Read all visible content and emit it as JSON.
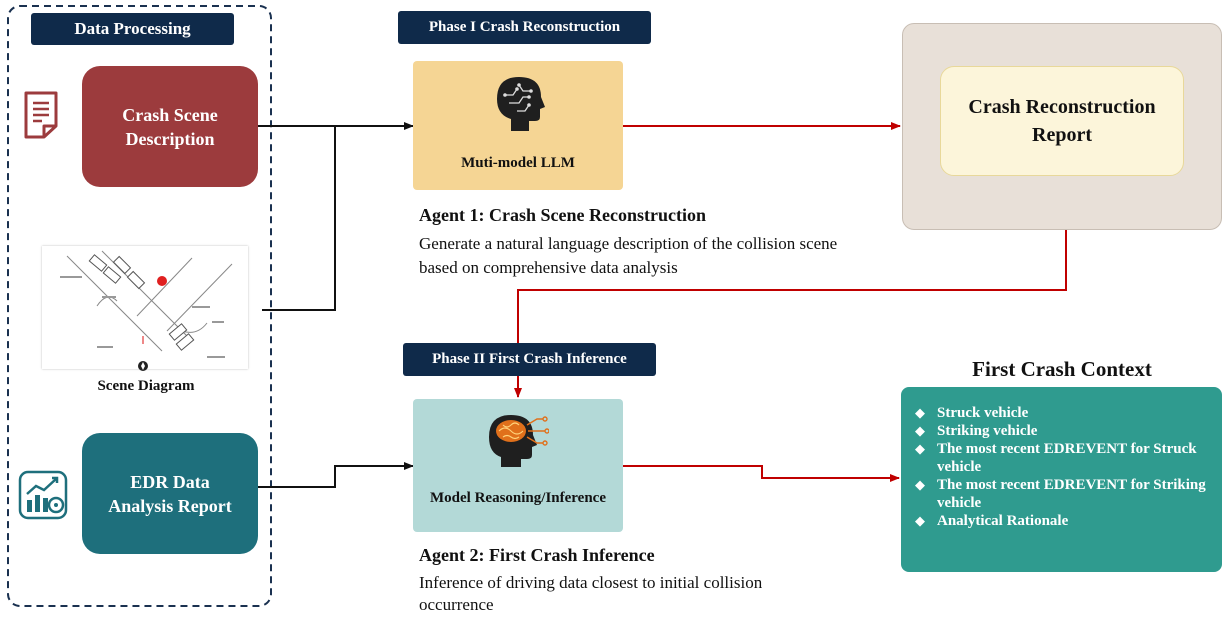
{
  "data_processing": {
    "title": "Data Processing",
    "crash_scene": {
      "label": "Crash Scene Description",
      "color": "#9c3b3d"
    },
    "scene_diagram_label": "Scene Diagram",
    "edr": {
      "label": "EDR Data Analysis Report",
      "color": "#1e6f7c"
    }
  },
  "phase1": {
    "tag": "Phase I Crash Reconstruction",
    "model_label": "Muti-model LLM",
    "agent_title": "Agent 1: Crash Scene Reconstruction",
    "agent_desc": "Generate a natural language description of the collision scene based on comprehensive data analysis"
  },
  "report": {
    "label": "Crash Reconstruction Report"
  },
  "phase2": {
    "tag": "Phase II First Crash Inference",
    "model_label": "Model Reasoning/Inference",
    "agent_title": "Agent 2: First Crash Inference",
    "agent_desc": "Inference of driving data closest to initial collision occurrence"
  },
  "context": {
    "title": "First Crash Context",
    "items": [
      "Struck vehicle",
      "Striking vehicle",
      "The most recent EDREVENT for Struck vehicle",
      "The most recent EDREVENT for Striking vehicle",
      "Analytical Rationale"
    ]
  },
  "colors": {
    "navy": "#0f2a4a",
    "red": "#c00000",
    "teal": "#2f9b8f"
  }
}
